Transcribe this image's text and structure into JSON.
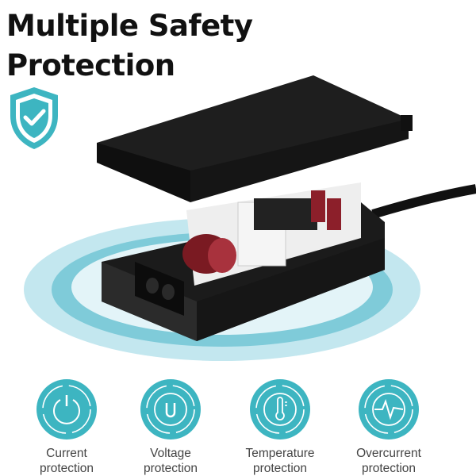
{
  "headline": {
    "line1": "Multiple Safety",
    "line2": "Protection"
  },
  "colors": {
    "accent": "#3db5c1",
    "glow": "#bfe6ee",
    "title": "#111111"
  },
  "badge_icon": "shield-check-icon",
  "features": [
    {
      "icon": "power-icon",
      "line1": "Current",
      "line2": "protection"
    },
    {
      "icon": "voltage-u-icon",
      "line1": "Voltage",
      "line2": "protection"
    },
    {
      "icon": "thermometer-icon",
      "line1": "Temperature",
      "line2": "protection"
    },
    {
      "icon": "pulse-wave-icon",
      "line1": "Overcurrent",
      "line2": "protection"
    }
  ]
}
